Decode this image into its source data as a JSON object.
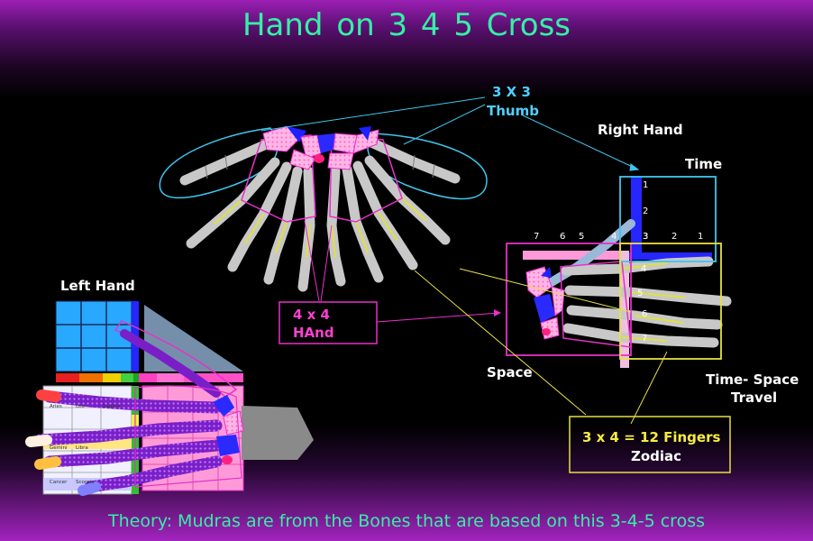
{
  "title": "Hand on 3  4  5 Cross",
  "footer": "Theory:  Mudras are from the Bones that are based on this 3-4-5 cross",
  "labels": {
    "thumb_line1": "3  X 3",
    "thumb_line2": "Thumb",
    "right_hand": "Right Hand",
    "time": "Time",
    "left_hand": "Left Hand",
    "hand_line1": "4 x 4",
    "hand_line2": "HAnd",
    "space": "Space",
    "time_space_line1": "Time- Space",
    "time_space_line2": "Travel",
    "fingers_line1": "3 x 4 = 12 Fingers",
    "fingers_line2": "Zodiac"
  },
  "grid_numbers": {
    "top_row": [
      "7",
      "6",
      "5",
      "4",
      "3",
      "2",
      "1"
    ],
    "column": [
      "1",
      "2",
      "3",
      "4",
      "5",
      "6",
      "7"
    ]
  },
  "zodiac": [
    "Aries",
    "Leo",
    "Sagitta",
    "Gemini",
    "Libra",
    "Cancer",
    "Scorpio"
  ],
  "colors": {
    "title": "#35f0a6",
    "cyan_box": "#3fc6ee",
    "magenta_box": "#e830c8",
    "yellow_box": "#e8e040",
    "bone": "#c8c8c8"
  }
}
